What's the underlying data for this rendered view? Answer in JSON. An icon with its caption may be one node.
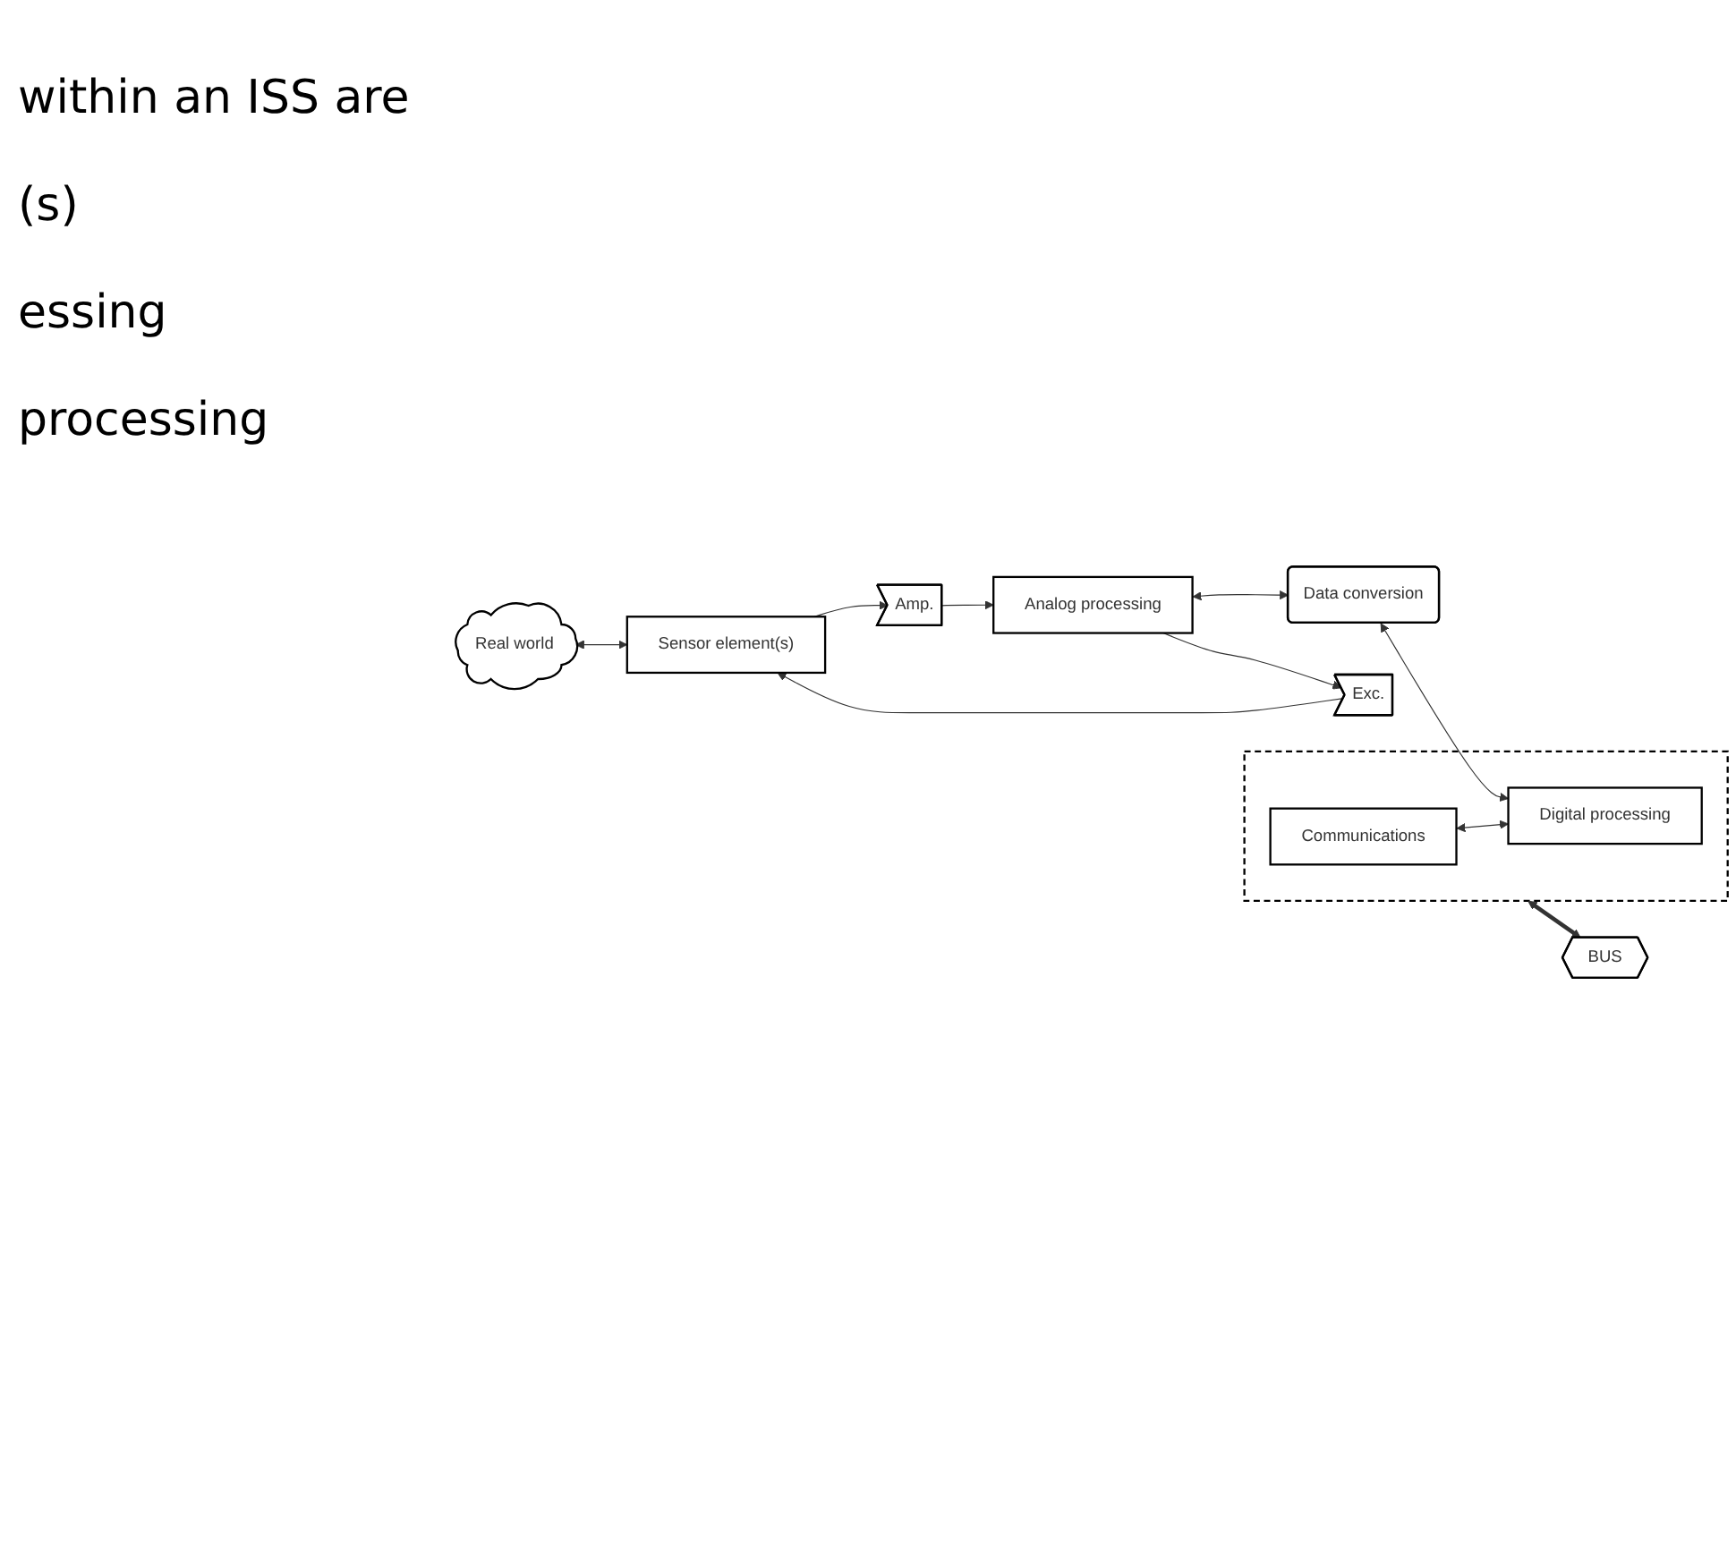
{
  "diagram": {
    "nodes": [
      {
        "text": [
          "Real world"
        ]
      },
      {
        "text": [
          "Sensor element(s)"
        ]
      },
      {
        "text": [
          "Amp."
        ]
      },
      {
        "text": [
          "Exc."
        ]
      },
      {
        "text": [
          "Analog processing"
        ]
      },
      {
        "text": [
          "Data conversion"
        ]
      },
      {
        "text": [],
        "shape": "box"
      },
      {
        "text": [
          "Communications"
        ],
        "in": 6
      },
      {
        "text": [
          "Digital processing"
        ],
        "in": 6
      },
      {
        "text": [
          "BUS"
        ]
      }
    ],
    "edges": [
      {
        "from": 0,
        "to": 1,
        "arrow": "both"
      },
      {
        "from": 1,
        "to": 2,
        "arrow": "to"
      },
      {
        "from": 2,
        "to": 4,
        "arrow": "to"
      },
      {
        "from": 4,
        "to": 3,
        "arrow": "to"
      },
      {
        "from": 3,
        "to": 1,
        "arrow": "to"
      },
      {
        "from": 4,
        "to": 5,
        "arrow": "both"
      },
      {
        "from": 5,
        "to": 8,
        "arrow": "both"
      },
      {
        "from": 7,
        "to": 8,
        "arrow": "both"
      },
      {
        "from": 6,
        "to": 9,
        "arrow": "both",
        "style": "thick"
      }
    ],
    "labels": [
      "within an ISS are",
      "(s)",
      "essing",
      "processing"
    ]
  }
}
